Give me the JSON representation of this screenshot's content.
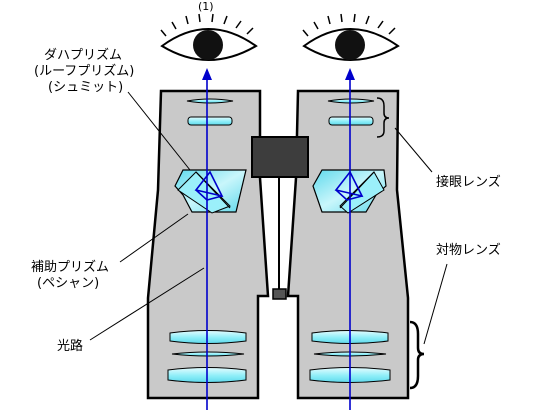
{
  "diagram": {
    "top_mark": "(1)",
    "labels": {
      "dach_prism": [
        "ダハプリズム",
        "(ルーフプリズム)",
        "(シュミット)"
      ],
      "auxiliary_prism": [
        "補助プリズム",
        "(ペシャン)"
      ],
      "light_path": "光路",
      "eyepiece": "接眼レンズ",
      "objective": "対物レンズ"
    },
    "colors": {
      "body": "#c9c9c9",
      "outline": "#000000",
      "lens": "#7fe9f5",
      "lens_light": "#e0fbff",
      "prism": "#74e2f3",
      "light_ray": "#0000cc",
      "focus_knob": "#3d3d3d"
    },
    "icons": [
      "eye-icon-left",
      "eye-icon-right"
    ]
  }
}
